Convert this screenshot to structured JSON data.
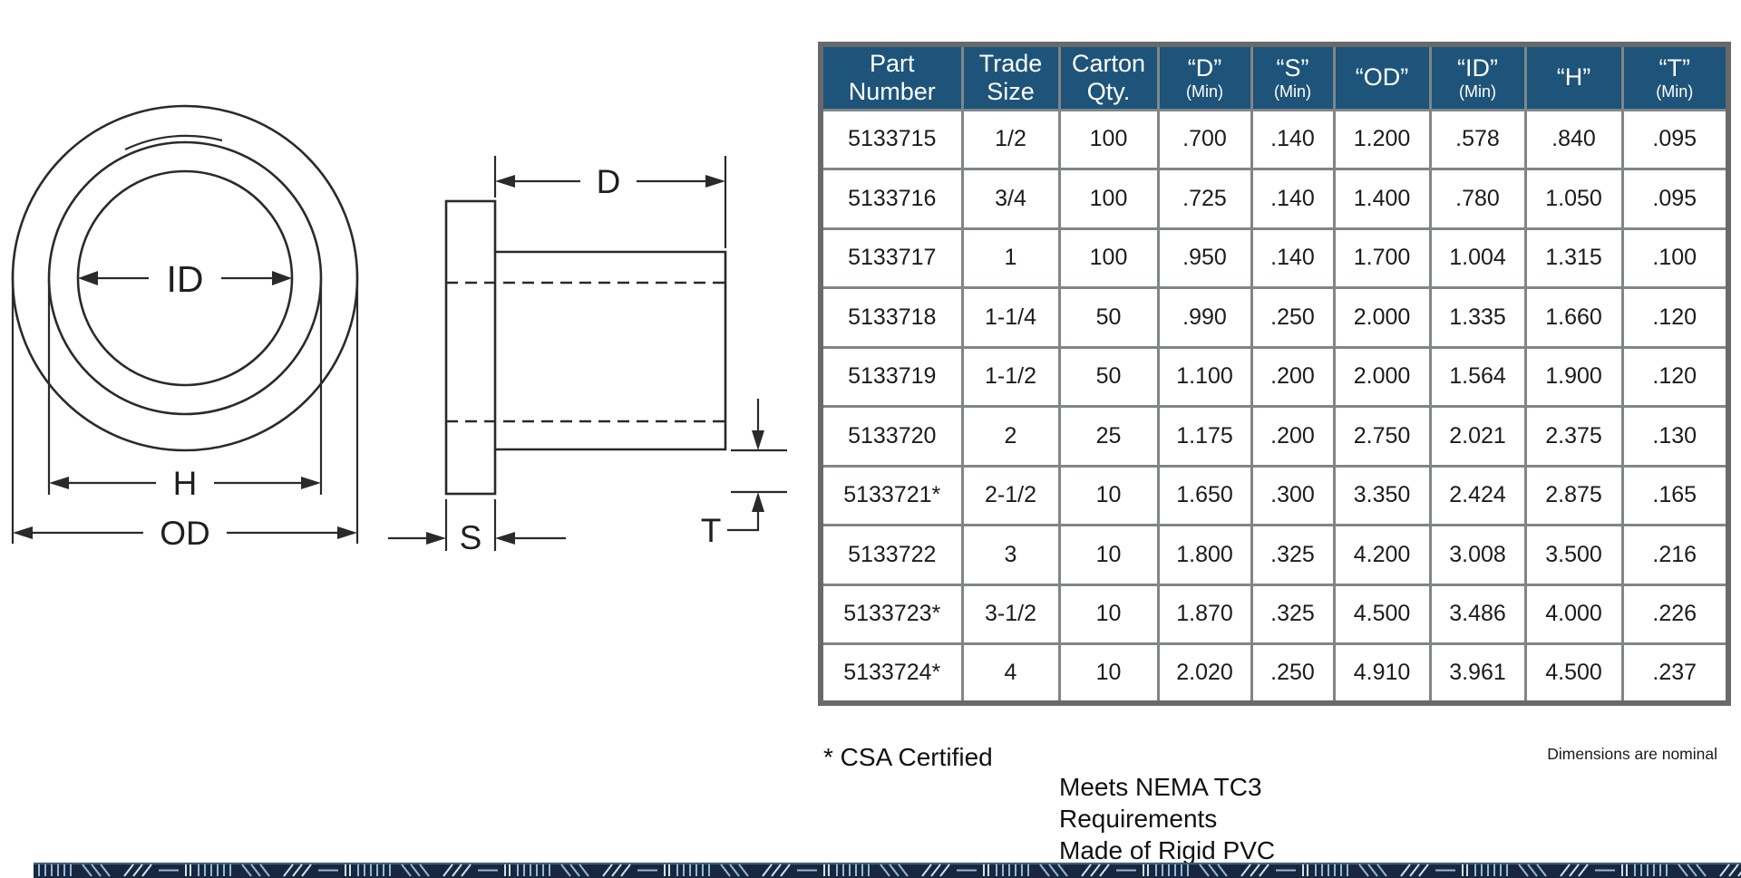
{
  "colors": {
    "table_header_bg": "#1e5479",
    "table_header_text": "#ffffff",
    "grid_line": "#818587",
    "outer_border": "#67696b",
    "drawing_line": "#2a2a2a",
    "band_bg": "#18273f",
    "band_tick": "#8fb9d8",
    "cell_text": "#1b1b1b"
  },
  "drawing": {
    "labels": {
      "id": "ID",
      "h": "H",
      "od": "OD",
      "d": "D",
      "t": "T",
      "s": "S"
    }
  },
  "table": {
    "columns": [
      {
        "l1": "Part",
        "l2": "Number"
      },
      {
        "l1": "Trade",
        "l2": "Size"
      },
      {
        "l1": "Carton",
        "l2": "Qty."
      },
      {
        "l1": "“D”",
        "l2": "(Min)",
        "small": true
      },
      {
        "l1": "“S”",
        "l2": "(Min)",
        "small": true
      },
      {
        "l1": "“OD”"
      },
      {
        "l1": "“ID”",
        "l2": "(Min)",
        "small": true
      },
      {
        "l1": "“H”"
      },
      {
        "l1": "“T”",
        "l2": "(Min)",
        "small": true
      }
    ],
    "rows": [
      [
        "5133715",
        "1/2",
        "100",
        ".700",
        ".140",
        "1.200",
        ".578",
        ".840",
        ".095"
      ],
      [
        "5133716",
        "3/4",
        "100",
        ".725",
        ".140",
        "1.400",
        ".780",
        "1.050",
        ".095"
      ],
      [
        "5133717",
        "1",
        "100",
        ".950",
        ".140",
        "1.700",
        "1.004",
        "1.315",
        ".100"
      ],
      [
        "5133718",
        "1-1/4",
        "50",
        ".990",
        ".250",
        "2.000",
        "1.335",
        "1.660",
        ".120"
      ],
      [
        "5133719",
        "1-1/2",
        "50",
        "1.100",
        ".200",
        "2.000",
        "1.564",
        "1.900",
        ".120"
      ],
      [
        "5133720",
        "2",
        "25",
        "1.175",
        ".200",
        "2.750",
        "2.021",
        "2.375",
        ".130"
      ],
      [
        "5133721*",
        "2-1/2",
        "10",
        "1.650",
        ".300",
        "3.350",
        "2.424",
        "2.875",
        ".165"
      ],
      [
        "5133722",
        "3",
        "10",
        "1.800",
        ".325",
        "4.200",
        "3.008",
        "3.500",
        ".216"
      ],
      [
        "5133723*",
        "3-1/2",
        "10",
        "1.870",
        ".325",
        "4.500",
        "3.486",
        "4.000",
        ".226"
      ],
      [
        "5133724*",
        "4",
        "10",
        "2.020",
        ".250",
        "4.910",
        "3.961",
        "4.500",
        ".237"
      ]
    ]
  },
  "notes": {
    "csa": "* CSA Certified",
    "material": [
      "Meets NEMA TC3",
      "Requirements",
      "Made of Rigid PVC"
    ],
    "nominal": "Dimensions are nominal"
  }
}
